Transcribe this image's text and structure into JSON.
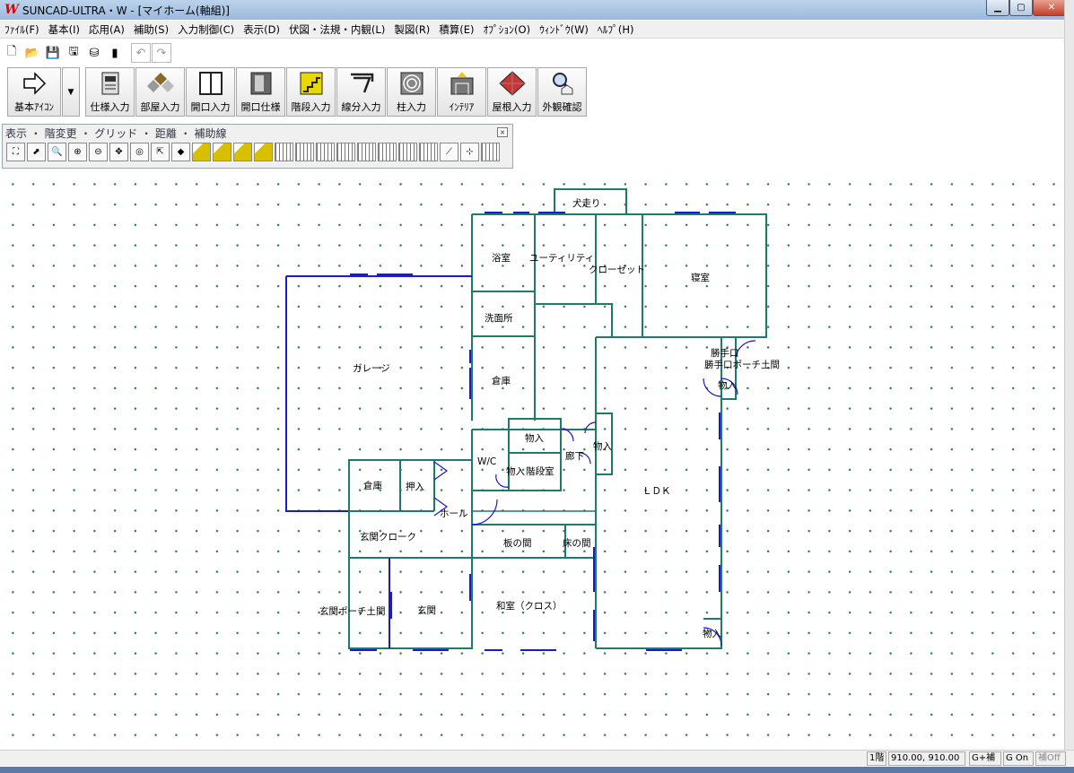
{
  "window": {
    "title": "SUNCAD-ULTRA・W - [マイホーム(軸組)]",
    "icon": "W"
  },
  "menu": [
    "ﾌｧｲﾙ(F)",
    "基本(I)",
    "応用(A)",
    "補助(S)",
    "入力制御(C)",
    "表示(D)",
    "伏図・法規・内観(L)",
    "製図(R)",
    "積算(E)",
    "ｵﾌﾟｼｮﾝ(O)",
    "ｳｨﾝﾄﾞｳ(W)",
    "ﾍﾙﾌﾟ(H)"
  ],
  "std_toolbar": [
    "new-file-icon",
    "open-folder-icon",
    "save-icon",
    "save-all-icon",
    "database-icon",
    "exit-door-icon",
    "undo-icon",
    "redo-icon"
  ],
  "big_toolbar": [
    {
      "label": "基本ｱｲｺﾝ",
      "icon": "arrow-right-icon"
    },
    {
      "label": "仕様入力",
      "icon": "spec-sheet-icon"
    },
    {
      "label": "部屋入力",
      "icon": "room-tiles-icon"
    },
    {
      "label": "開口入力",
      "icon": "window-opening-icon"
    },
    {
      "label": "開口仕様",
      "icon": "door-spec-icon"
    },
    {
      "label": "階段入力",
      "icon": "stairs-icon"
    },
    {
      "label": "線分入力",
      "icon": "line-segment-icon"
    },
    {
      "label": "柱入力",
      "icon": "pillar-icon"
    },
    {
      "label": "ｲﾝﾃﾘｱ",
      "icon": "interior-icon"
    },
    {
      "label": "屋根入力",
      "icon": "roof-icon"
    },
    {
      "label": "外観確認",
      "icon": "exterior-check-icon"
    }
  ],
  "palette": {
    "title": "表示 ・ 階変更 ・ グリッド ・ 距離 ・ 補助線",
    "close": "×",
    "tool_count": 24
  },
  "rooms": [
    {
      "label": "犬走り"
    },
    {
      "label": "浴室"
    },
    {
      "label": "ユーティリティ"
    },
    {
      "label": "クローゼット"
    },
    {
      "label": "寝室"
    },
    {
      "label": "洗面所"
    },
    {
      "label": "ガレージ"
    },
    {
      "label": "倉庫"
    },
    {
      "label": "勝手口"
    },
    {
      "label": "勝手口ポーチ土間"
    },
    {
      "label": "物入"
    },
    {
      "label": "物入"
    },
    {
      "label": "物入"
    },
    {
      "label": "W/C"
    },
    {
      "label": "廊下"
    },
    {
      "label": "物入"
    },
    {
      "label": "階段室"
    },
    {
      "label": "ＬＤＫ"
    },
    {
      "label": "倉庫"
    },
    {
      "label": "押入"
    },
    {
      "label": "ホール"
    },
    {
      "label": "玄関クローク"
    },
    {
      "label": "板の間"
    },
    {
      "label": "床の間"
    },
    {
      "label": "和室（クロス）"
    },
    {
      "label": "玄関ポーチ土間"
    },
    {
      "label": "玄関"
    },
    {
      "label": "物入"
    }
  ],
  "status": {
    "floor": "1階",
    "coords": "910.00, 910.00",
    "snap": "G+補",
    "grid": "G On",
    "aux": "補Off"
  },
  "colors": {
    "wall": "#1f7a6e",
    "opening": "#1a1acc",
    "grid_dot": "#2f7a45"
  }
}
